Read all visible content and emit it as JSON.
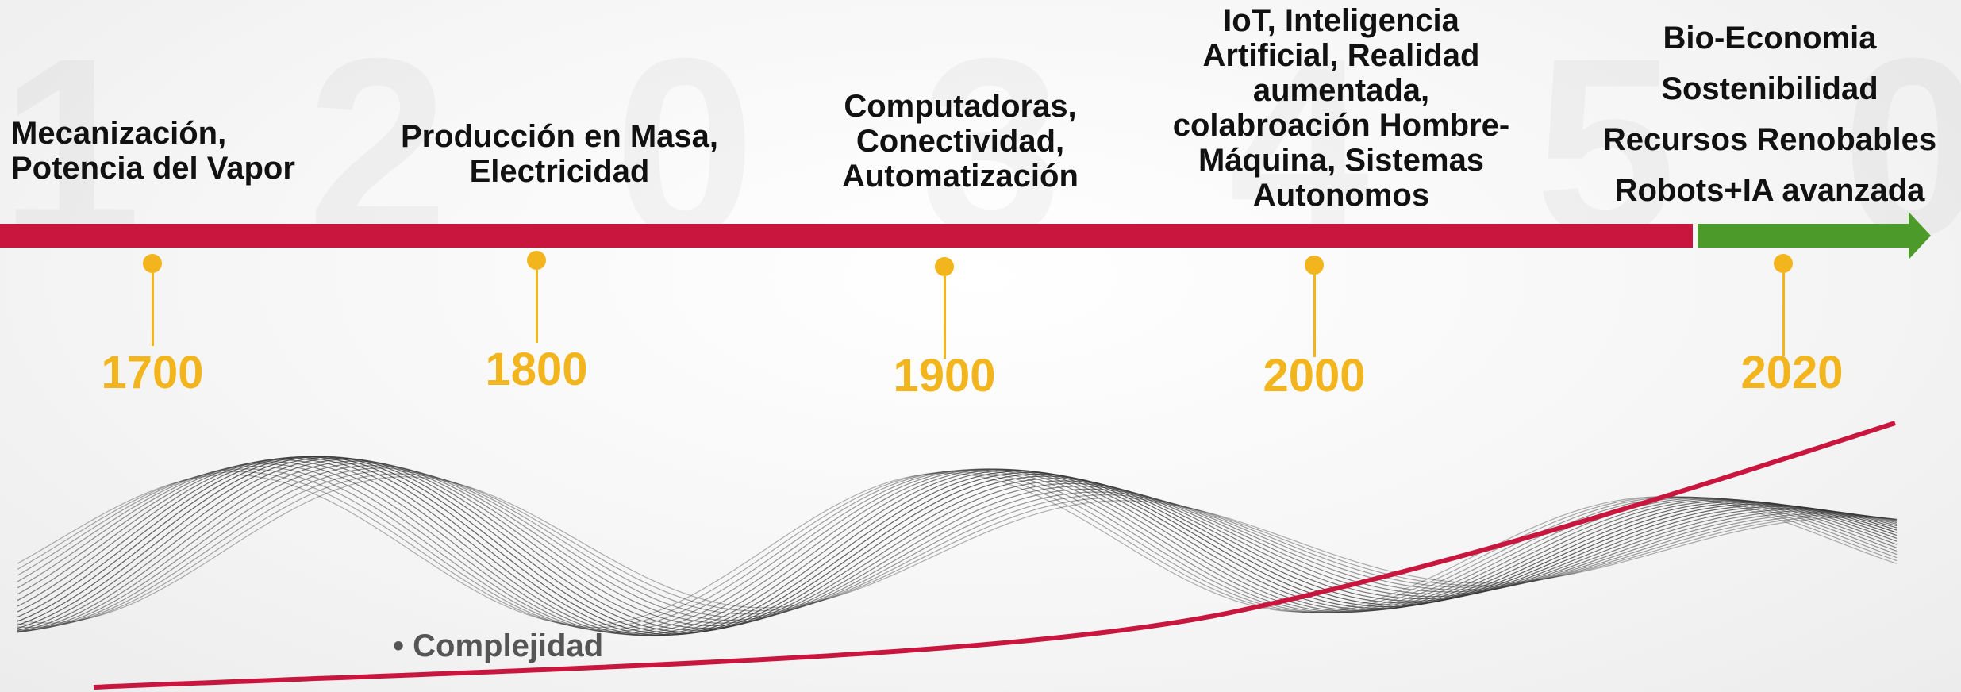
{
  "ghost_text": "1 2 0 3 4 5 0",
  "eras": [
    {
      "id": "1700",
      "label": "Mecanización,\nPotencia del Vapor"
    },
    {
      "id": "1800",
      "label": "Producción en Masa,\nElectricidad"
    },
    {
      "id": "1900",
      "label": "Computadoras,\nConectividad,\nAutomatización"
    },
    {
      "id": "2000",
      "label": "IoT, Inteligencia\nArtificial, Realidad\naumentada,\ncolabroación Hombre-\nMáquina, Sistemas\nAutonomos"
    },
    {
      "id": "2020",
      "label": "Bio-Economia\nSostenibilidad\nRecursos Renobables\nRobots+IA avanzada"
    }
  ],
  "years": [
    "1700",
    "1800",
    "1900",
    "2000",
    "2020"
  ],
  "legend": {
    "bullet": "•",
    "label": "Complejidad"
  },
  "colors": {
    "timeline_red": "#c8163f",
    "future_green": "#4c9a2a",
    "marker_yellow": "#f2b51e",
    "curve_red": "#c8163f",
    "wave_lines": "#333333"
  },
  "icons": {
    "timeline_end": "arrow-right-icon",
    "marker": "pin-icon"
  }
}
